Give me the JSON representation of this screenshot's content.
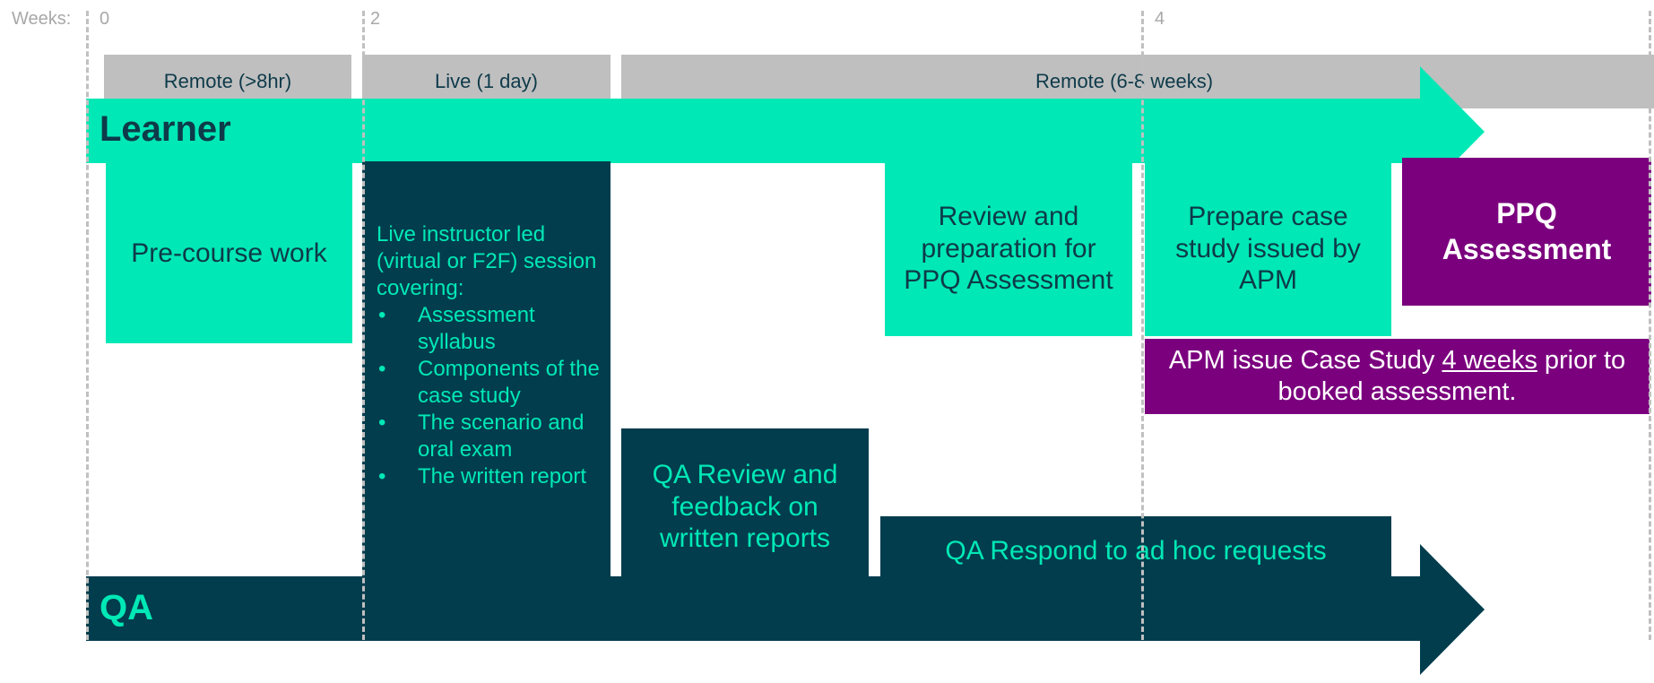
{
  "weeks": {
    "label": "Weeks:",
    "ticks": [
      "0",
      "2",
      "4"
    ]
  },
  "phases": [
    "Remote (>8hr)",
    "Live (1 day)",
    "Remote (6-8 weeks)"
  ],
  "learner": {
    "label": "Learner",
    "pre_course": "Pre-course work",
    "live": {
      "intro": "Live instructor led (virtual or F2F) session covering:",
      "items": [
        "Assessment syllabus",
        "Components of the case study",
        "The scenario and oral exam",
        "The written report"
      ]
    },
    "review": "Review and preparation for PPQ Assessment",
    "prepare": "Prepare case study issued by APM",
    "ppq": "PPQ Assessment",
    "apm_note": {
      "before": "APM issue Case Study ",
      "underlined": "4 weeks",
      "after": " prior to booked assessment."
    }
  },
  "qa": {
    "label": "QA",
    "review_feedback": "QA Review and feedback on written reports",
    "respond": "QA Respond to ad hoc requests"
  },
  "colors": {
    "mint": "#00e8b5",
    "navy": "#023d4e",
    "purple": "#7b007e",
    "gray": "#bfbfbf"
  }
}
